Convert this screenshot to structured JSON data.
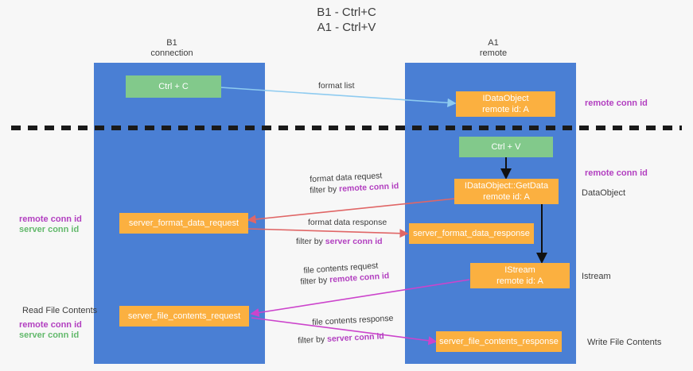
{
  "title": "B1 - Ctrl+C\nA1 - Ctrl+V",
  "columns": {
    "left": "B1\nconnection",
    "right": "A1\nremote"
  },
  "colors": {
    "lane": "#4a7fd4",
    "green_node": "#82c98b",
    "orange_node": "#fbb040",
    "remote_conn_id": "#b23fc0",
    "server_conn_id": "#63b96c",
    "arrow_blue": "#8ecbf0",
    "arrow_red": "#e06666",
    "arrow_magenta": "#c councils"
  },
  "nodes": {
    "ctrl_c": "Ctrl + C",
    "ctrl_v": "Ctrl + V",
    "idataobject_l1": "IDataObject",
    "idataobject_l2": "remote id: A",
    "getdata_l1": "IDataObject::GetData",
    "getdata_l2": "remote id: A",
    "istream_l1": "IStream",
    "istream_l2": "remote id: A",
    "server_format_data_request": "server_format_data_request",
    "server_format_data_response": "server_format_data_response",
    "server_file_contents_request": "server_file_contents_request",
    "server_file_contents_response": "server_file_contents_response"
  },
  "edge_labels": {
    "format_list": "format list",
    "format_data_request": "format data request",
    "format_data_request_filter_prefix": "filter by ",
    "format_data_request_filter_key": "remote conn id",
    "format_data_response": "format data response",
    "format_data_response_filter_prefix": "filter by ",
    "format_data_response_filter_key": "server conn id",
    "file_contents_request": "file contents request",
    "file_contents_request_filter_prefix": "filter by ",
    "file_contents_request_filter_key": "remote conn id",
    "file_contents_response": "file contents response",
    "file_contents_response_filter_prefix": "filter by ",
    "file_contents_response_filter_key": "server conn id"
  },
  "side_labels": {
    "right_remote_conn_id_top": "remote conn id",
    "right_remote_conn_id_mid": "remote conn id",
    "right_dataobject": "DataObject",
    "right_istream": "Istream",
    "right_write_file_contents": "Write File Contents",
    "left_remote_conn_id": "remote conn id",
    "left_server_conn_id": "server conn id",
    "left_read_file_contents": "Read File Contents",
    "left_remote_conn_id_2": "remote conn id",
    "left_server_conn_id_2": "server conn id"
  }
}
